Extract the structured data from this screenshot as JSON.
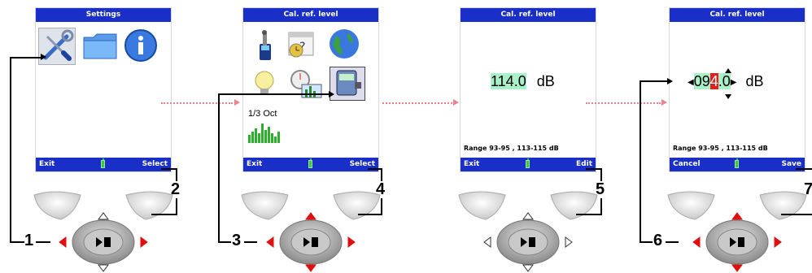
{
  "panels": [
    {
      "title": "Settings",
      "left_softkey": "Exit",
      "right_softkey": "Select",
      "icons": [
        "wrench-screwdriver-icon",
        "folder-icon",
        "info-icon"
      ],
      "callout_nav": "1",
      "callout_softkey": "2"
    },
    {
      "title": "Cal. ref. level",
      "left_softkey": "Exit",
      "right_softkey": "Select",
      "icons": [
        "microphone-meter-icon",
        "calendar-clock-icon",
        "globe-icon",
        "light-bulb-icon",
        "timer-chart-icon",
        "calibrator-icon",
        "octave-spectrum-icon"
      ],
      "octave_label": "1/3 Oct",
      "callout_nav": "3",
      "callout_softkey": "4"
    },
    {
      "title": "Cal. ref. level",
      "value": "114.0",
      "unit": "dB",
      "range": "Range  93-95 , 113-115 dB",
      "left_softkey": "Exit",
      "right_softkey": "Edit",
      "callout_softkey": "5"
    },
    {
      "title": "Cal. ref. level",
      "value_pre": "09",
      "value_digit": "4",
      "value_post": ".0",
      "unit": "dB",
      "range": "Range  93-95 , 113-115 dB",
      "left_softkey": "Cancel",
      "right_softkey": "Save",
      "callout_nav": "6",
      "callout_softkey": "7"
    }
  ],
  "colors": {
    "titlebar": "#1a2ec8",
    "arrow_active": "#e01010",
    "flow_arrow": "#f08090",
    "highlight": "#a8f0c8"
  }
}
